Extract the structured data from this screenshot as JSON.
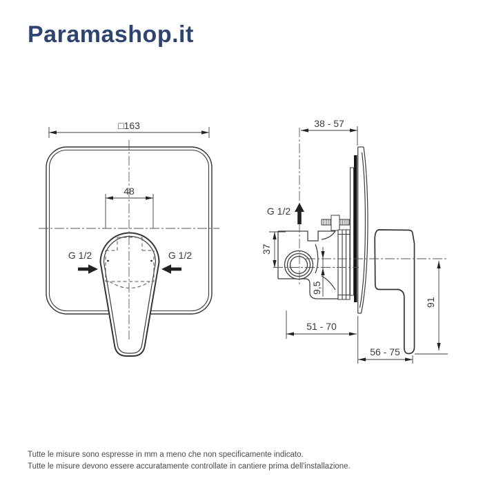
{
  "logo": {
    "text": "Paramashop.it",
    "color": "#2e4472"
  },
  "front_view": {
    "dim_plate_width": "□163",
    "dim_handle_width": "48",
    "g_half_left": "G 1/2",
    "g_half_right": "G 1/2"
  },
  "side_view": {
    "dim_depth_range_top": "38 - 57",
    "g_half": "G 1/2",
    "dim_body_height": "37",
    "dim_offset": "9,5",
    "dim_handle_length": "91",
    "dim_rough_in_range": "51 - 70",
    "dim_total_depth_range": "56 - 75"
  },
  "footer": {
    "line1": "Tutte le misure sono espresse in mm a meno che non specificamente indicato.",
    "line2": "Tutte le misure devono essere accuratamente controllate in cantiere prima dell'installazione."
  },
  "colors": {
    "logo": "#2e4472",
    "drawing_line": "#3a3a3a",
    "center_line": "#555555",
    "arrow_fill": "#222222",
    "footer_text": "#4b4b4b"
  }
}
